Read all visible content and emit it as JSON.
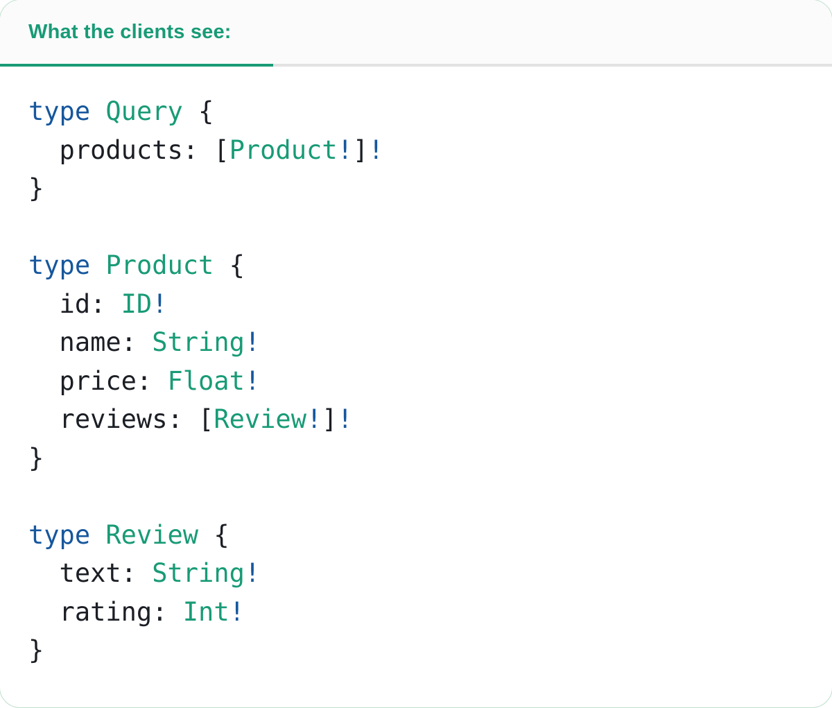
{
  "card": {
    "header": {
      "tab_label": "What the clients see:"
    }
  },
  "colors": {
    "header_text": "#189b76",
    "tab_underline": "#189b76",
    "underline_rest": "#e2e2e2",
    "card_border": "#bedfcc",
    "header_bg": "#fbfbfb",
    "code_keyword": "#16579d",
    "code_type": "#189b76",
    "code_plain": "#1b1e24",
    "code_bang": "#16579d"
  },
  "code": {
    "lines": [
      [
        {
          "t": "type",
          "c": "kw"
        },
        {
          "t": " ",
          "c": "pl"
        },
        {
          "t": "Query",
          "c": "ty"
        },
        {
          "t": " {",
          "c": "pl"
        }
      ],
      [
        {
          "t": "  products: [",
          "c": "pl"
        },
        {
          "t": "Product",
          "c": "ty"
        },
        {
          "t": "!",
          "c": "bang"
        },
        {
          "t": "]",
          "c": "pl"
        },
        {
          "t": "!",
          "c": "bang"
        }
      ],
      [
        {
          "t": "}",
          "c": "pl"
        }
      ],
      [],
      [
        {
          "t": "type",
          "c": "kw"
        },
        {
          "t": " ",
          "c": "pl"
        },
        {
          "t": "Product",
          "c": "ty"
        },
        {
          "t": " {",
          "c": "pl"
        }
      ],
      [
        {
          "t": "  id: ",
          "c": "pl"
        },
        {
          "t": "ID",
          "c": "ty"
        },
        {
          "t": "!",
          "c": "bang"
        }
      ],
      [
        {
          "t": "  name: ",
          "c": "pl"
        },
        {
          "t": "String",
          "c": "ty"
        },
        {
          "t": "!",
          "c": "bang"
        }
      ],
      [
        {
          "t": "  price: ",
          "c": "pl"
        },
        {
          "t": "Float",
          "c": "ty"
        },
        {
          "t": "!",
          "c": "bang"
        }
      ],
      [
        {
          "t": "  reviews: [",
          "c": "pl"
        },
        {
          "t": "Review",
          "c": "ty"
        },
        {
          "t": "!",
          "c": "bang"
        },
        {
          "t": "]",
          "c": "pl"
        },
        {
          "t": "!",
          "c": "bang"
        }
      ],
      [
        {
          "t": "}",
          "c": "pl"
        }
      ],
      [],
      [
        {
          "t": "type",
          "c": "kw"
        },
        {
          "t": " ",
          "c": "pl"
        },
        {
          "t": "Review",
          "c": "ty"
        },
        {
          "t": " {",
          "c": "pl"
        }
      ],
      [
        {
          "t": "  text: ",
          "c": "pl"
        },
        {
          "t": "String",
          "c": "ty"
        },
        {
          "t": "!",
          "c": "bang"
        }
      ],
      [
        {
          "t": "  rating: ",
          "c": "pl"
        },
        {
          "t": "Int",
          "c": "ty"
        },
        {
          "t": "!",
          "c": "bang"
        }
      ],
      [
        {
          "t": "}",
          "c": "pl"
        }
      ]
    ]
  }
}
